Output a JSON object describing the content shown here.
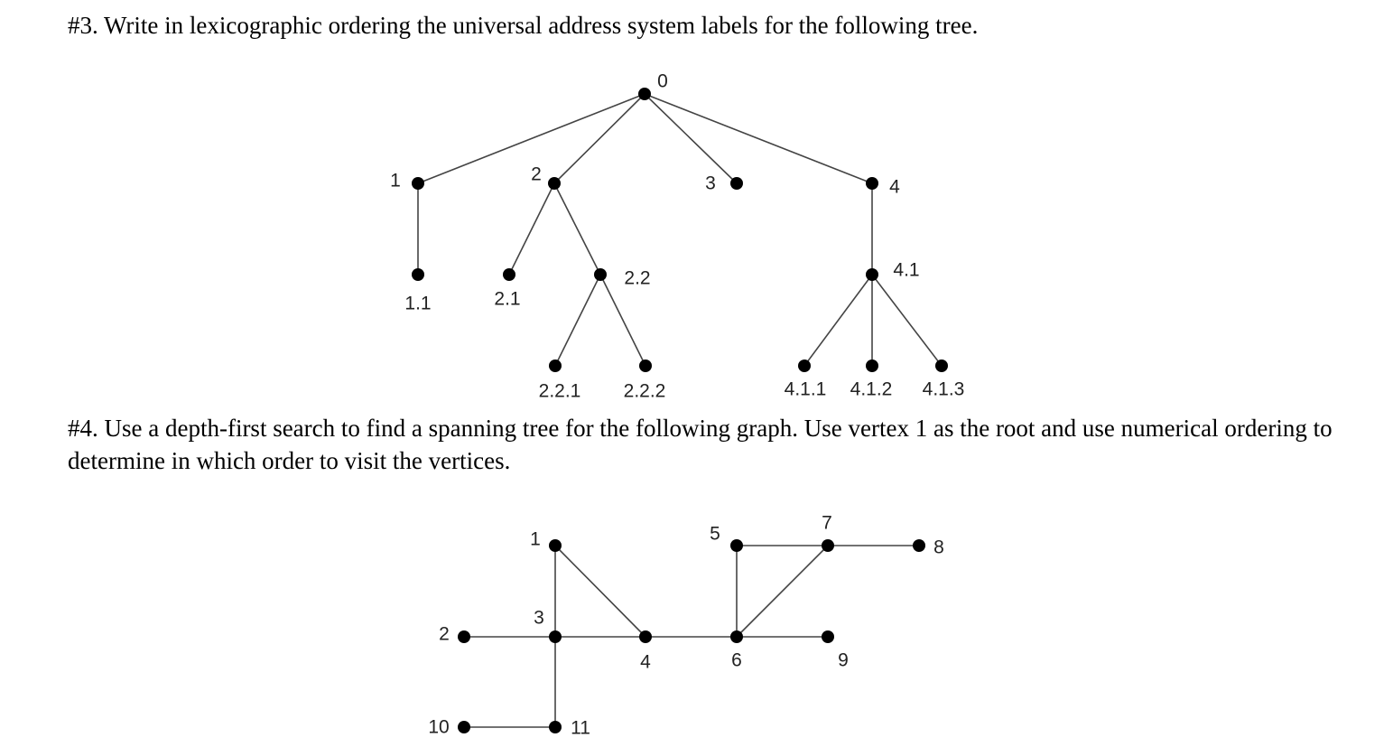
{
  "question3": {
    "text": "#3. Write in lexicographic ordering the universal address system labels for the following tree.",
    "tree": {
      "nodes": [
        "0",
        "1",
        "2",
        "3",
        "4",
        "1.1",
        "2.1",
        "2.2",
        "4.1",
        "2.2.1",
        "2.2.2",
        "4.1.1",
        "4.1.2",
        "4.1.3"
      ],
      "edges": [
        [
          "0",
          "1"
        ],
        [
          "0",
          "2"
        ],
        [
          "0",
          "3"
        ],
        [
          "0",
          "4"
        ],
        [
          "1",
          "1.1"
        ],
        [
          "2",
          "2.1"
        ],
        [
          "2",
          "2.2"
        ],
        [
          "2.2",
          "2.2.1"
        ],
        [
          "2.2",
          "2.2.2"
        ],
        [
          "4",
          "4.1"
        ],
        [
          "4.1",
          "4.1.1"
        ],
        [
          "4.1",
          "4.1.2"
        ],
        [
          "4.1",
          "4.1.3"
        ]
      ]
    }
  },
  "question4": {
    "text": "#4. Use a depth-first search to find a spanning tree for the following graph. Use vertex 1 as the root and use numerical ordering to determine in which order to visit the vertices.",
    "graph": {
      "vertices": [
        "1",
        "2",
        "3",
        "4",
        "5",
        "6",
        "7",
        "8",
        "9",
        "10",
        "11"
      ],
      "edges": [
        [
          "1",
          "3"
        ],
        [
          "1",
          "4"
        ],
        [
          "2",
          "3"
        ],
        [
          "3",
          "4"
        ],
        [
          "3",
          "11"
        ],
        [
          "4",
          "6"
        ],
        [
          "5",
          "6"
        ],
        [
          "5",
          "7"
        ],
        [
          "6",
          "7"
        ],
        [
          "6",
          "9"
        ],
        [
          "7",
          "8"
        ],
        [
          "10",
          "11"
        ]
      ]
    }
  }
}
